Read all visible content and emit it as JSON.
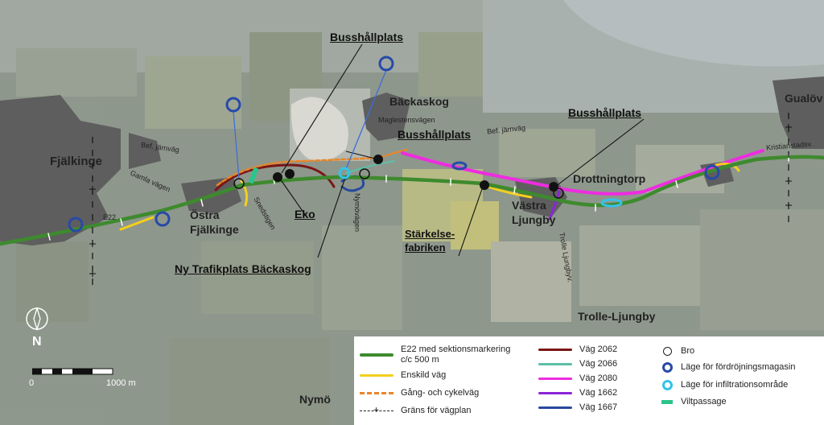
{
  "places": {
    "fjalkinge": "Fjälkinge",
    "ostra_fjalkinge": "Östra\nFjälkinge",
    "backaskog": "Bäckaskog",
    "drottningtorp": "Drottningtorp",
    "vastra_ljungby": "Västra\nLjungby",
    "trolle_ljungby": "Trolle-Ljungby",
    "nymo": "Nymö",
    "gualov": "Gualöv"
  },
  "roads": {
    "bef_jarnvag_1": "Bef. järnväg",
    "bef_jarnvag_2": "Bef. järnväg",
    "gamla_vagen": "Gamla vägen",
    "e22": "E22",
    "snedstigen": "Snedstigen",
    "maglestensvagen": "Maglestensvägen",
    "nymovagen": "Nymövägen",
    "trolle_ljungbyv": "Trolle Ljungbyv.",
    "kristianstadsv": "Kristianstadsv."
  },
  "callouts": {
    "busshallplats_1": "Busshållplats",
    "busshallplats_2": "Busshållplats",
    "busshallplats_3": "Busshållplats",
    "eko": "Eko",
    "ny_trafikplats": "Ny Trafikplats Bäckaskog",
    "starkelse": "Stärkelse-\nfabriken"
  },
  "north": {
    "label": "N"
  },
  "scale": {
    "zero": "0",
    "end": "1000 m"
  },
  "legend": {
    "col1": [
      {
        "label": "E22 med sektionsmarkering\nc/c 500 m",
        "kind": "line",
        "color": "#3e8a2e"
      },
      {
        "label": "Enskild väg",
        "kind": "line",
        "color": "#f2cf1c"
      },
      {
        "label": "Gång- och cykelväg",
        "kind": "dash",
        "color": "#e8862a"
      },
      {
        "label": "Gräns för vägplan",
        "kind": "boundary",
        "color": "#222222"
      }
    ],
    "col2": [
      {
        "label": "Väg 2062",
        "color": "#7a1616"
      },
      {
        "label": "Väg 2066",
        "color": "#5dbfa8"
      },
      {
        "label": "Väg 2080",
        "color": "#ee2ce0"
      },
      {
        "label": "Väg 1662",
        "color": "#8b25d8"
      },
      {
        "label": "Väg 1667",
        "color": "#284a9e"
      }
    ],
    "col3": [
      {
        "label": "Bro",
        "kind": "bro",
        "color": "#222222"
      },
      {
        "label": "Läge för fördröjningsmagasin",
        "kind": "ring",
        "color": "#274aa8"
      },
      {
        "label": "Läge för infiltrationsområde",
        "kind": "ring",
        "color": "#33c3ea"
      },
      {
        "label": "Viltpassage",
        "kind": "bar",
        "color": "#2bc48a"
      }
    ]
  }
}
